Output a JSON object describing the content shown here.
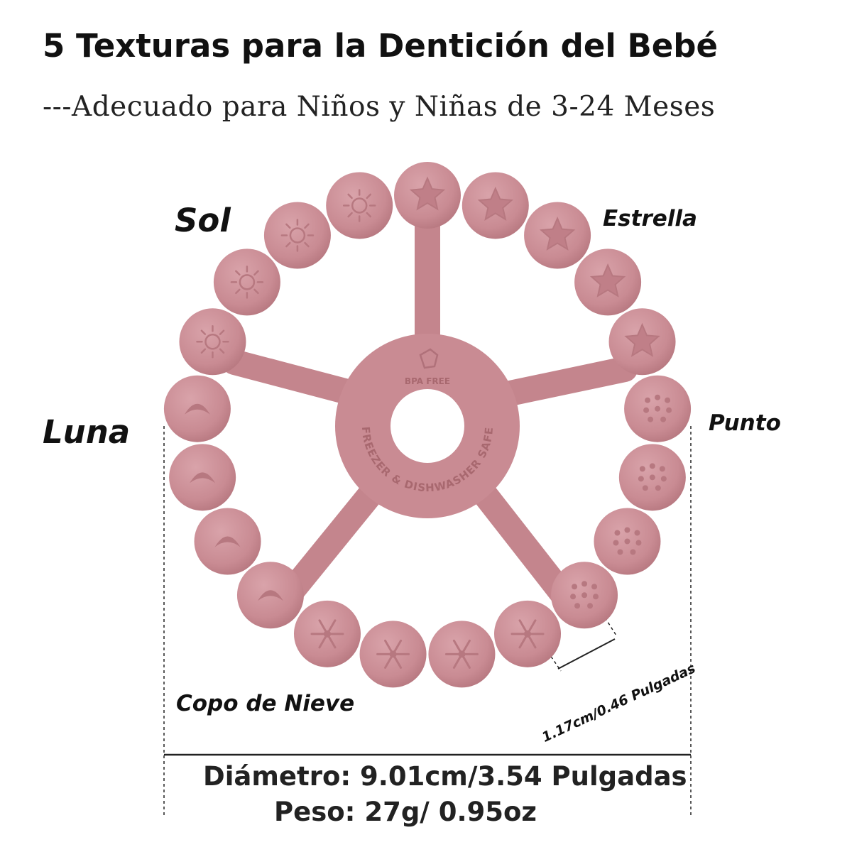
{
  "header": {
    "title": "5 Texturas para la Dentición del Bebé",
    "subtitle": "---Adecuado para Niños y Niñas de 3-24 Meses"
  },
  "textures": {
    "sun": "Sol",
    "star": "Estrella",
    "moon": "Luna",
    "dot": "Punto",
    "snowflake": "Copo de Nieve"
  },
  "product": {
    "center_top_text": "BPA FREE",
    "center_arc_text": "FREEZER & DISHWASHER SAFE",
    "color": "#c98b93"
  },
  "specs": {
    "bead_width": "1.17cm/0.46 Pulgadas",
    "diameter": "Diámetro: 9.01cm/3.54 Pulgadas",
    "weight": "Peso: 27g/ 0.95oz"
  }
}
